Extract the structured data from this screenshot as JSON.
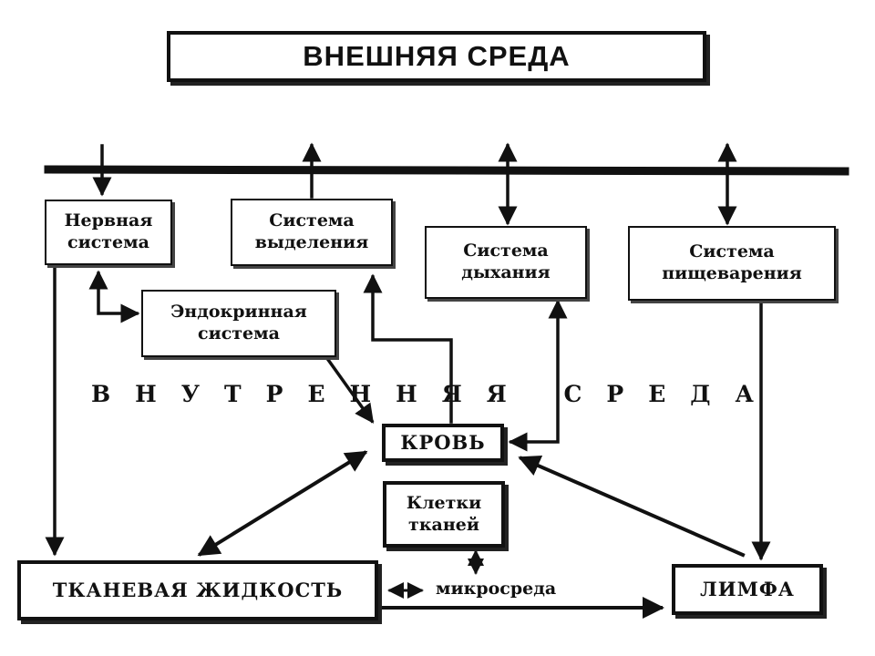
{
  "title": "ВНЕШНЯЯ СРЕДА",
  "internal_label": "ВНУТРЕННЯЯ СРЕДА",
  "boxes": {
    "nervous": "Нервная система",
    "excretory": "Система выделения",
    "respiratory": "Система дыхания",
    "digestive": "Система пищеварения",
    "endocrine": "Эндокринная система",
    "blood": "КРОВЬ",
    "cells": "Клетки тканей",
    "tissue_fluid": "ТКАНЕВАЯ ЖИДКОСТЬ",
    "lymph": "ЛИМФА"
  },
  "microenvironment": "микросреда"
}
